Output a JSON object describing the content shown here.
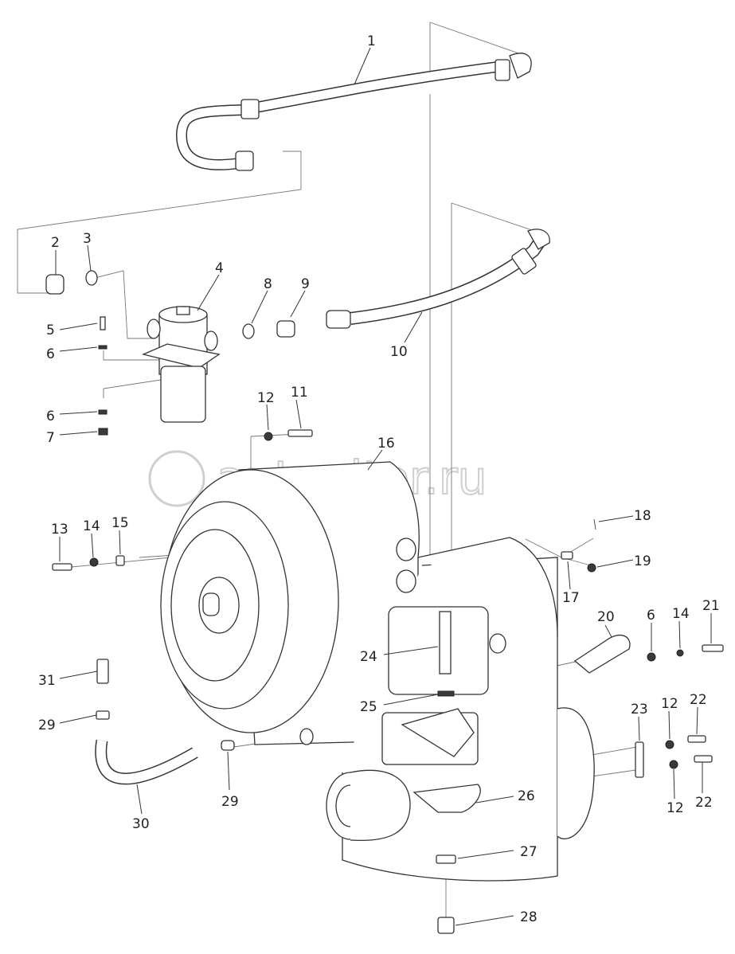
{
  "watermark": {
    "text": "autopiter.ru"
  },
  "callouts": {
    "c1": "1",
    "c2": "2",
    "c3": "3",
    "c4": "4",
    "c5": "5",
    "c6a": "6",
    "c6b": "6",
    "c6c": "6",
    "c7": "7",
    "c8": "8",
    "c9": "9",
    "c10": "10",
    "c11": "11",
    "c12a": "12",
    "c12b": "12",
    "c12c": "12",
    "c13": "13",
    "c14a": "14",
    "c14b": "14",
    "c15": "15",
    "c16": "16",
    "c17": "17",
    "c18": "18",
    "c19": "19",
    "c20": "20",
    "c21": "21",
    "c22a": "22",
    "c22b": "22",
    "c23": "23",
    "c24": "24",
    "c25": "25",
    "c26": "26",
    "c27": "27",
    "c28": "28",
    "c29a": "29",
    "c29b": "29",
    "c30": "30",
    "c31": "31"
  }
}
